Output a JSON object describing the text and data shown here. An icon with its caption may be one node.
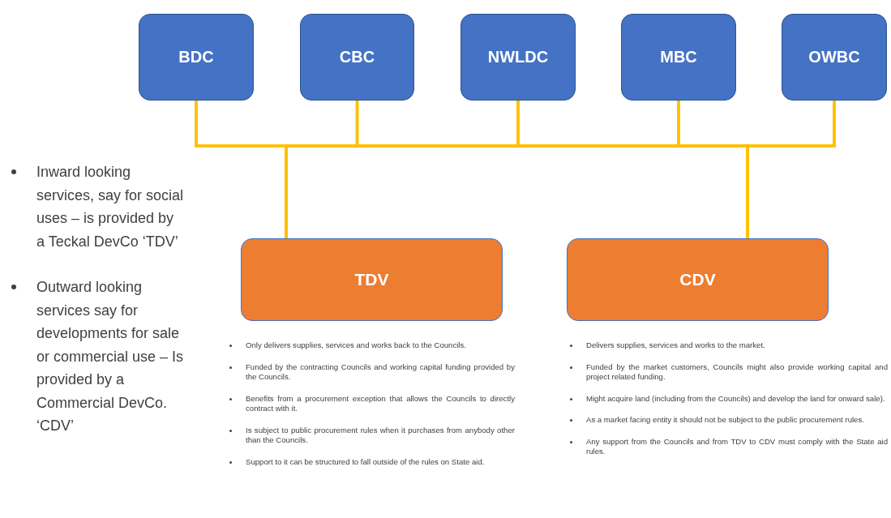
{
  "diagram": {
    "nodes": [
      {
        "text": [
          "BDC"
        ]
      },
      {
        "text": [
          "CBC"
        ]
      },
      {
        "text": [
          "NWLDC"
        ]
      },
      {
        "text": [
          "MBC"
        ]
      },
      {
        "text": [
          "OWBC"
        ]
      },
      {
        "text": [
          "TDV"
        ],
        "beside": [
          "Only delivers supplies, services and works back to the Councils.",
          "Funded by the contracting Councils and working capital funding provided by the Councils.",
          "Benefits from a procurement exception that allows the Councils to directly contract with it.",
          "Is subject to public procurement rules when it purchases from anybody other than the Councils.",
          "Support to it can be structured to fall outside of the rules on State aid."
        ]
      },
      {
        "text": [
          "CDV"
        ],
        "beside": [
          "Delivers supplies, services and works to the market.",
          "Funded by the market customers, Councils might also provide working capital and project related funding.",
          "Might acquire land (including from the Councils) and develop the land for onward sale).",
          "As a market facing entity it should not be subject to the public procurement rules.",
          "Any support from the Councils and from TDV to CDV must comply with the State aid rules."
        ]
      }
    ],
    "edges": [
      {
        "from": 0,
        "to": 5,
        "arrow": "none"
      },
      {
        "from": 1,
        "to": 5,
        "arrow": "none"
      },
      {
        "from": 2,
        "to": 5,
        "arrow": "none"
      },
      {
        "from": 3,
        "to": 5,
        "arrow": "none"
      },
      {
        "from": 4,
        "to": 5,
        "arrow": "none"
      },
      {
        "from": 0,
        "to": 6,
        "arrow": "none"
      },
      {
        "from": 1,
        "to": 6,
        "arrow": "none"
      },
      {
        "from": 2,
        "to": 6,
        "arrow": "none"
      },
      {
        "from": 3,
        "to": 6,
        "arrow": "none"
      },
      {
        "from": 4,
        "to": 6,
        "arrow": "none"
      }
    ],
    "labels": [
      "Inward looking services, say for social uses – is provided by a Teckal DevCo ‘TDV’",
      "Outward looking services say for developments for sale or commercial use – Is provided by a Commercial DevCo. ‘CDV’"
    ]
  }
}
